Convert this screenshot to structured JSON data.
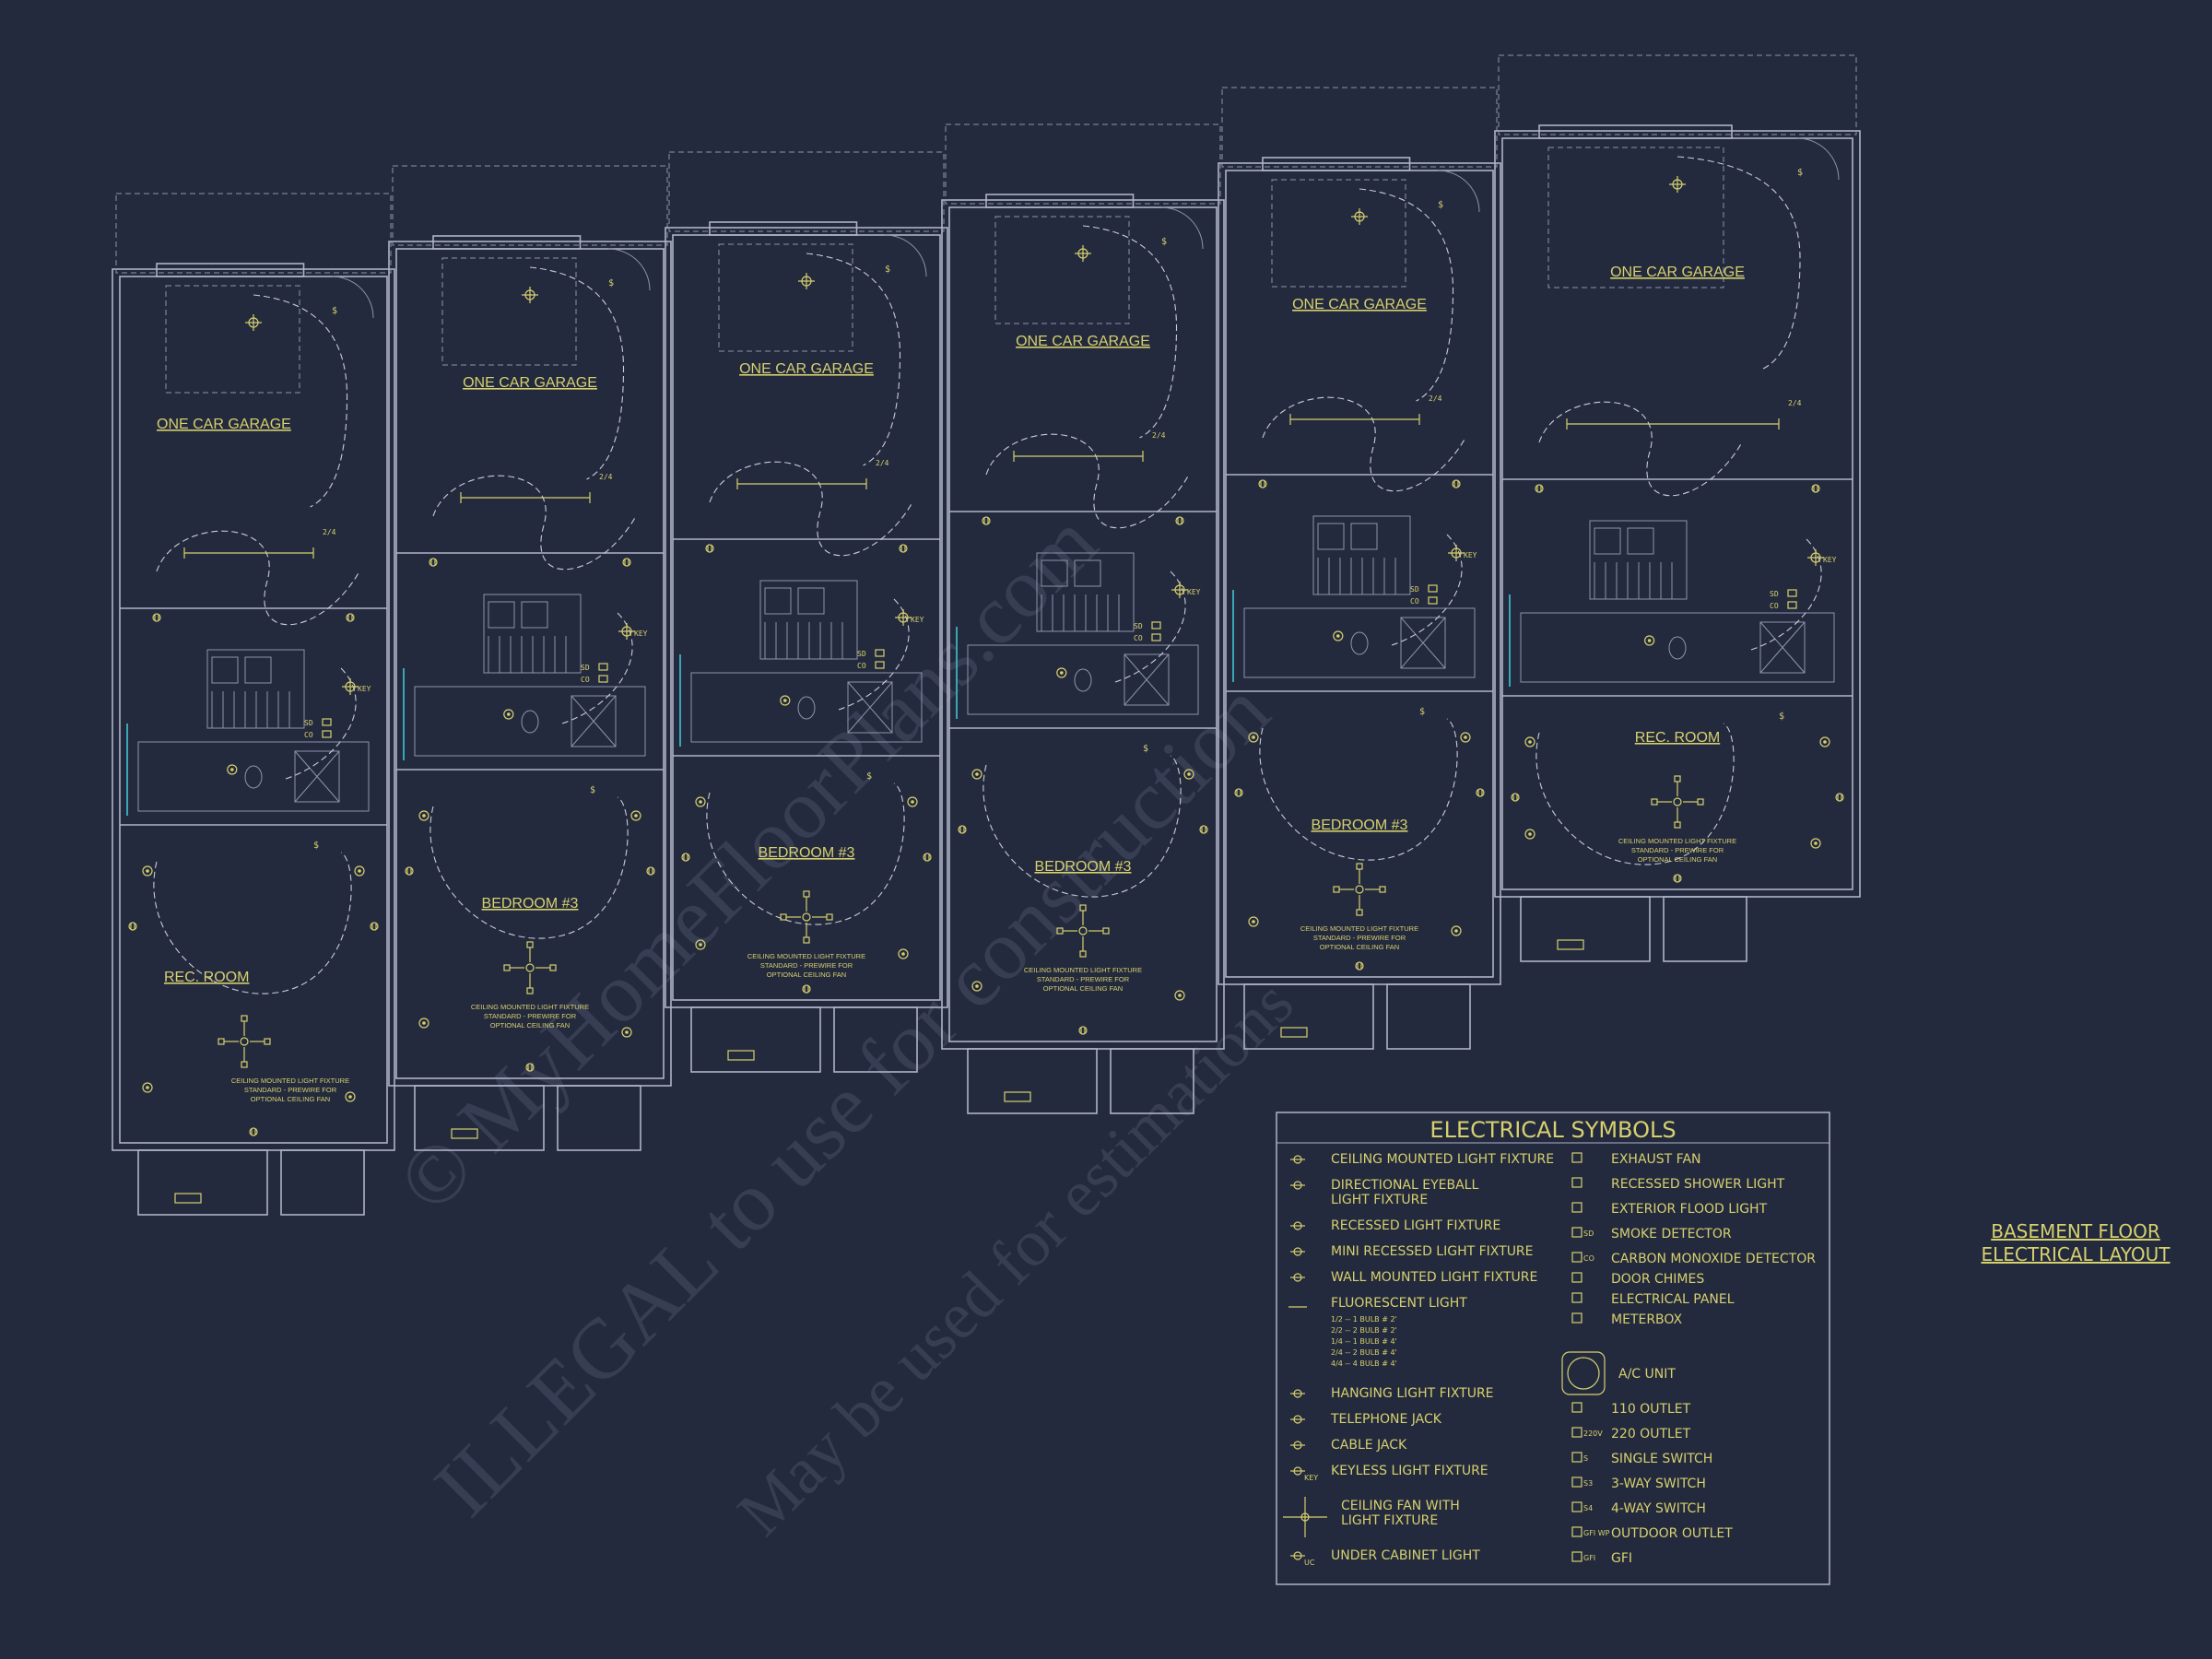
{
  "units": [
    {
      "garage_label": "ONE CAR GARAGE",
      "lower_label": "REC. ROOM",
      "note": [
        "CEILING MOUNTED LIGHT FIXTURE",
        "STANDARD - PREWIRE FOR",
        "OPTIONAL CEILING FAN"
      ],
      "sd": "SD",
      "co": "CO",
      "key": "KEY"
    },
    {
      "garage_label": "ONE CAR GARAGE",
      "lower_label": "BEDROOM #3",
      "note": [
        "CEILING MOUNTED LIGHT FIXTURE",
        "STANDARD - PREWIRE FOR",
        "OPTIONAL CEILING FAN"
      ],
      "sd": "SD",
      "co": "CO",
      "key": "KEY"
    },
    {
      "garage_label": "ONE CAR GARAGE",
      "lower_label": "BEDROOM #3",
      "note": [
        "CEILING MOUNTED LIGHT FIXTURE",
        "STANDARD - PREWIRE FOR",
        "OPTIONAL CEILING FAN"
      ],
      "sd": "SD",
      "co": "CO",
      "key": "KEY"
    },
    {
      "garage_label": "ONE CAR GARAGE",
      "lower_label": "BEDROOM #3",
      "note": [
        "CEILING MOUNTED LIGHT FIXTURE",
        "STANDARD - PREWIRE FOR",
        "OPTIONAL CEILING FAN"
      ],
      "sd": "SD",
      "co": "CO",
      "key": "KEY"
    },
    {
      "garage_label": "ONE CAR GARAGE",
      "lower_label": "BEDROOM #3",
      "note": [
        "CEILING MOUNTED LIGHT FIXTURE",
        "STANDARD - PREWIRE FOR",
        "OPTIONAL CEILING FAN"
      ],
      "sd": "SD",
      "co": "CO",
      "key": "KEY"
    },
    {
      "garage_label": "ONE CAR GARAGE",
      "lower_label": "REC. ROOM",
      "note": [
        "CEILING MOUNTED LIGHT FIXTURE",
        "STANDARD - PREWIRE FOR",
        "OPTIONAL CEILING FAN"
      ],
      "sd": "SD",
      "co": "CO",
      "key": "KEY"
    }
  ],
  "fluor_tag": "2/4",
  "legend": {
    "title": "ELECTRICAL SYMBOLS",
    "left": [
      {
        "label": "CEILING MOUNTED LIGHT FIXTURE",
        "icon": "ceiling-light-icon"
      },
      {
        "label": "DIRECTIONAL EYEBALL",
        "label2": "LIGHT FIXTURE",
        "icon": "eyeball-light-icon"
      },
      {
        "label": "RECESSED LIGHT FIXTURE",
        "icon": "recessed-light-icon"
      },
      {
        "label": "MINI RECESSED LIGHT FIXTURE",
        "icon": "mini-recessed-light-icon"
      },
      {
        "label": "WALL MOUNTED LIGHT FIXTURE",
        "icon": "wall-light-icon"
      },
      {
        "label": "FLUORESCENT LIGHT",
        "icon": "fluorescent-light-icon",
        "sub": [
          "1/2 -- 1 BULB # 2'",
          "2/2 -- 2 BULB # 2'",
          "1/4 -- 1 BULB # 4'",
          "2/4 -- 2 BULB # 4'",
          "4/4 -- 4 BULB # 4'"
        ]
      },
      {
        "label": "HANGING LIGHT FIXTURE",
        "icon": "hanging-light-icon"
      },
      {
        "label": "TELEPHONE JACK",
        "icon": "telephone-jack-icon"
      },
      {
        "label": "CABLE JACK",
        "icon": "cable-jack-icon"
      },
      {
        "label": "KEYLESS LIGHT FIXTURE",
        "icon": "keyless-light-icon",
        "tag": "KEY"
      },
      {
        "label": "CEILING FAN WITH",
        "label2": "LIGHT FIXTURE",
        "icon": "ceiling-fan-icon"
      },
      {
        "label": "UNDER CABINET LIGHT",
        "icon": "under-cabinet-light-icon",
        "tag": "UC"
      }
    ],
    "right": [
      {
        "label": "EXHAUST FAN",
        "icon": "exhaust-fan-icon"
      },
      {
        "label": "RECESSED SHOWER LIGHT",
        "icon": "shower-light-icon"
      },
      {
        "label": "EXTERIOR FLOOD LIGHT",
        "icon": "flood-light-icon"
      },
      {
        "label": "SMOKE DETECTOR",
        "icon": "smoke-detector-icon",
        "tag": "SD"
      },
      {
        "label": "CARBON MONOXIDE DETECTOR",
        "icon": "co-detector-icon",
        "tag": "CO"
      },
      {
        "label": "DOOR CHIMES",
        "icon": "door-chimes-icon"
      },
      {
        "label": "ELECTRICAL PANEL",
        "icon": "electrical-panel-icon"
      },
      {
        "label": "METERBOX",
        "icon": "meterbox-icon"
      },
      {
        "label": "A/C UNIT",
        "icon": "ac-unit-icon"
      },
      {
        "label": "110 OUTLET",
        "icon": "outlet-110-icon"
      },
      {
        "label": "220 OUTLET",
        "icon": "outlet-220-icon",
        "tag": "220V"
      },
      {
        "label": "SINGLE SWITCH",
        "icon": "single-switch-icon",
        "tag": "S"
      },
      {
        "label": "3-WAY SWITCH",
        "icon": "three-way-switch-icon",
        "tag": "S3"
      },
      {
        "label": "4-WAY SWITCH",
        "icon": "four-way-switch-icon",
        "tag": "S4"
      },
      {
        "label": "OUTDOOR OUTLET",
        "icon": "outdoor-outlet-icon",
        "tag": "GFI WP"
      },
      {
        "label": "GFI",
        "icon": "gfi-outlet-icon",
        "tag": "GFI"
      }
    ]
  },
  "sheet_title": [
    "BASEMENT FLOOR",
    "ELECTRICAL LAYOUT"
  ],
  "watermark": [
    "© MyHomeFloorPlans.com",
    "ILLEGAL to use for construction",
    "May be used for estimations"
  ],
  "colors": {
    "background": "#242a3e",
    "linework": "#aeb3c8",
    "symbols": "#d6d06e",
    "watermark": "#3b4258"
  }
}
